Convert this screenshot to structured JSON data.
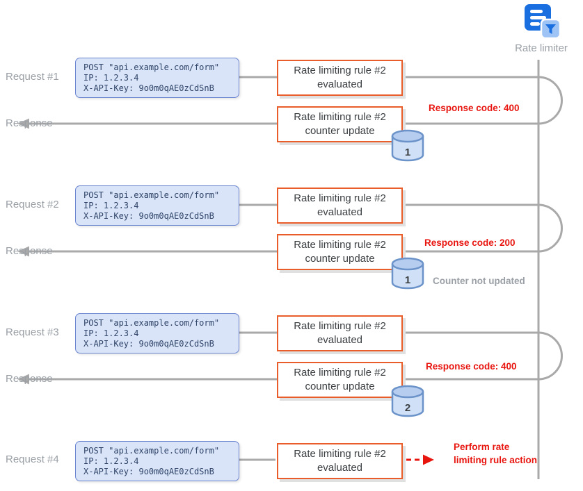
{
  "actor": {
    "label": "Rate limiter"
  },
  "request_box": {
    "line1": "POST \"api.example.com/form\"",
    "line2": "IP: 1.2.3.4",
    "line3": "X-API-Key: 9o0m0qAE0zCdSnB"
  },
  "rule_boxes": {
    "evaluated": "Rate limiting rule #2\nevaluated",
    "counter_update": "Rate limiting rule #2\ncounter update"
  },
  "sections": [
    {
      "request_label": "Request #1",
      "response_label": "Response",
      "response_code": "Response code: 400",
      "counter_value": "1",
      "counter_note": ""
    },
    {
      "request_label": "Request #2",
      "response_label": "Response",
      "response_code": "Response code: 200",
      "counter_value": "1",
      "counter_note": "Counter not updated"
    },
    {
      "request_label": "Request #3",
      "response_label": "Response",
      "response_code": "Response code: 400",
      "counter_value": "2",
      "counter_note": ""
    },
    {
      "request_label": "Request #4",
      "action_text": "Perform rate\nlimiting rule action"
    }
  ],
  "colors": {
    "connector_gray": "#a9a9a9",
    "label_gray": "#9aa0a6",
    "alert_red": "#e8150f",
    "box_orange": "#e85d2a",
    "request_blue_bg": "#d9e4f8",
    "request_blue_border": "#6b84cf",
    "db_fill": "#cfe0f7",
    "db_top_fill": "#b7cdf0",
    "db_stroke": "#6b93c9",
    "icon_blue": "#1a6fe0",
    "icon_light_blue": "#9ec3f5"
  }
}
